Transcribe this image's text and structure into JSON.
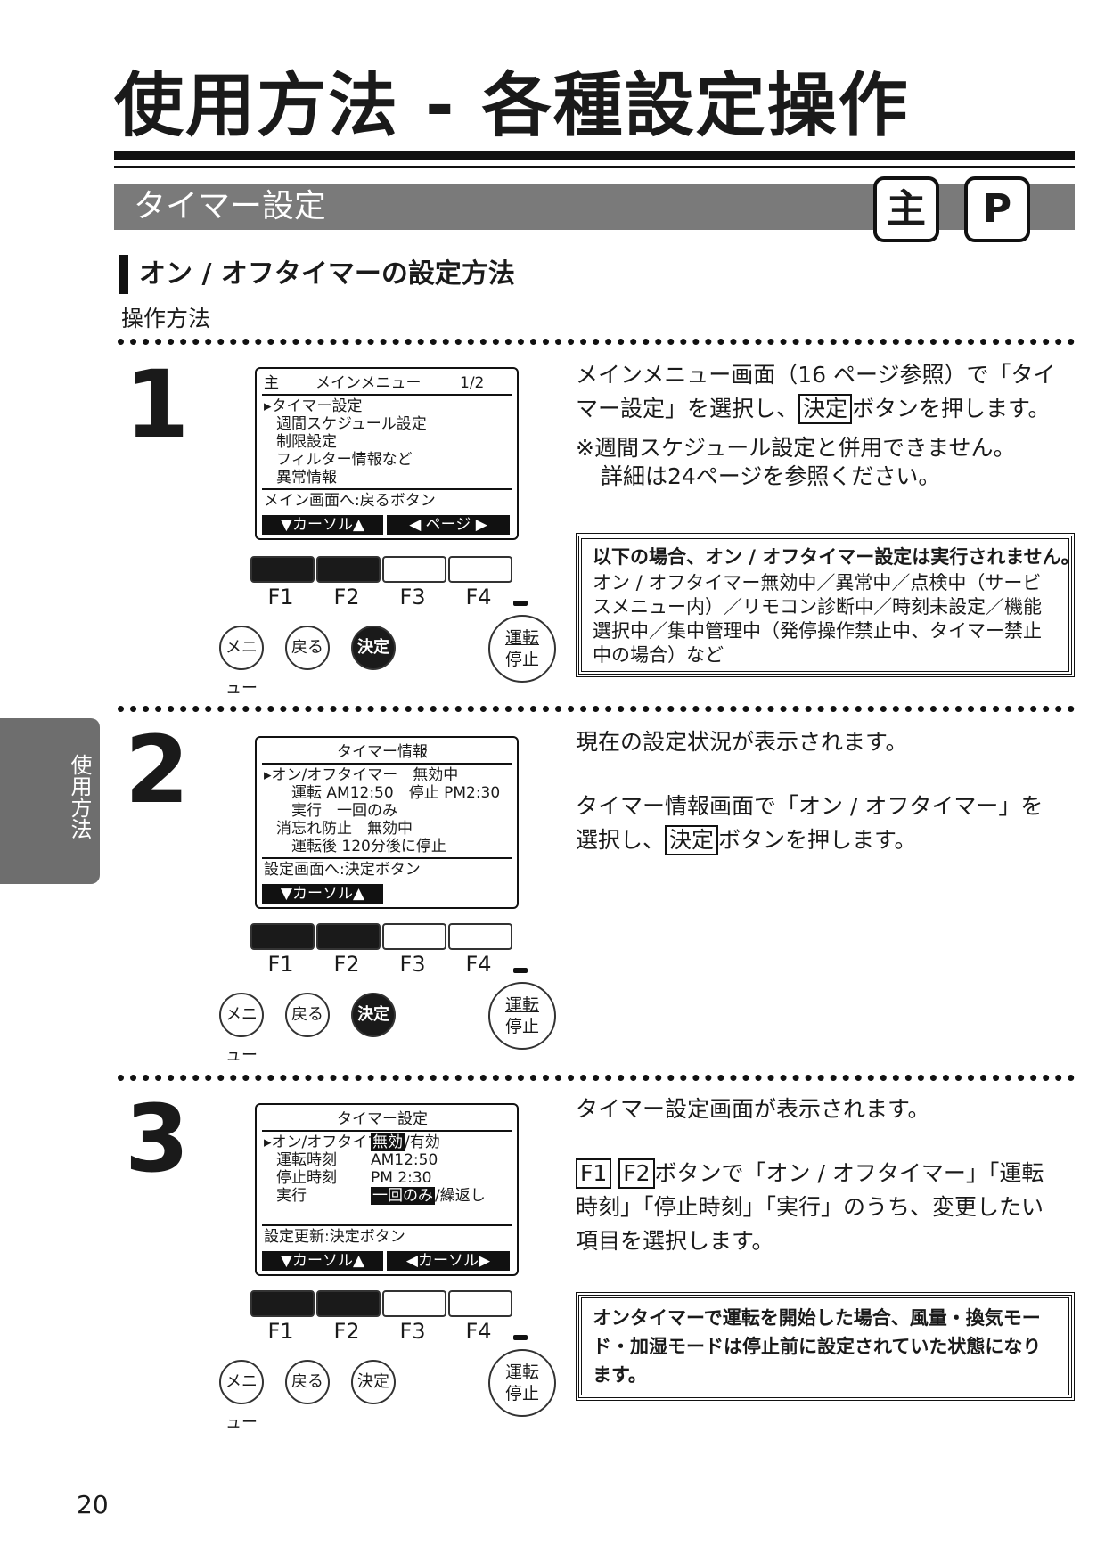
{
  "header": {
    "title": "使用方法 - 各種設定操作"
  },
  "section": {
    "title": "タイマー設定",
    "badge_main": "主",
    "badge_p": "P"
  },
  "subsection": {
    "title": "オン / オフタイマーの設定方法",
    "label": "操作方法"
  },
  "controls": {
    "f1": "F1",
    "f2": "F2",
    "f3": "F3",
    "f4": "F4",
    "menu": "メニュー",
    "back": "戻る",
    "enter": "決定",
    "run_line1": "運転",
    "run_line2": "停止"
  },
  "step1": {
    "number": "1",
    "screen": {
      "header_left": "主",
      "header_title": "メインメニュー",
      "header_page": "1/2",
      "items": [
        "▸タイマー設定",
        "週間スケジュール設定",
        "制限設定",
        "フィルター情報など",
        "異常情報"
      ],
      "footer": "メイン画面へ:戻るボタン",
      "softkey1": "▼カーソル▲",
      "softkey2": "◀ ページ ▶"
    },
    "desc_line1": "メインメニュー画面（16 ページ参照）で「タイ",
    "desc_line2a": "マー設定」を選択し、",
    "desc_line2_key": "決定",
    "desc_line2b": "ボタンを押します。",
    "note_line1": "※週間スケジュール設定と併用できません。",
    "note_line2": "詳細は24ページを参照ください。",
    "box_title": "以下の場合、オン / オフタイマー設定は実行されません。",
    "box_lines": [
      "オン / オフタイマー無効中／異常中／点検中（サービ",
      "スメニュー内）／リモコン診断中／時刻未設定／機能",
      "選択中／集中管理中（発停操作禁止中、タイマー禁止",
      "中の場合）など"
    ]
  },
  "step2": {
    "number": "2",
    "screen": {
      "header_title": "タイマー情報",
      "lines": [
        "▸オン/オフタイマー　無効中",
        "　運転 AM12:50　停止 PM2:30",
        "　実行　一回のみ",
        "消忘れ防止　無効中",
        "　運転後 120分後に停止"
      ],
      "footer": "設定画面へ:決定ボタン",
      "softkey1": "▼カーソル▲"
    },
    "desc_line1": "現在の設定状況が表示されます。",
    "desc_line2": "タイマー情報画面で「オン / オフタイマー」を",
    "desc_line3a": "選択し、",
    "desc_line3_key": "決定",
    "desc_line3b": "ボタンを押します。"
  },
  "step3": {
    "number": "3",
    "screen": {
      "header_title": "タイマー設定",
      "row1_label": "▸オン/オフタイマー",
      "row1_sel": "無効",
      "row1_rest": "/有効",
      "row2_label": "運転時刻",
      "row2_val": "AM12:50",
      "row3_label": "停止時刻",
      "row3_val": "PM 2:30",
      "row4_label": "実行",
      "row4_sel": "一回のみ",
      "row4_rest": "/繰返し",
      "footer": "設定更新:決定ボタン",
      "softkey1": "▼カーソル▲",
      "softkey2": "◀カーソル▶"
    },
    "desc_line1": "タイマー設定画面が表示されます。",
    "desc_key1": "F1",
    "desc_key2": "F2",
    "desc_line2": "ボタンで「オン / オフタイマー」「運転",
    "desc_line3": "時刻」「停止時刻」「実行」のうち、変更したい",
    "desc_line4": "項目を選択します。",
    "box_lines": [
      "オンタイマーで運転を開始した場合、風量・換気モー",
      "ド・加湿モードは停止前に設定されていた状態になり",
      "ます。"
    ]
  },
  "side_tab": {
    "label": "使用方法"
  },
  "footer": {
    "page_number": "20"
  }
}
